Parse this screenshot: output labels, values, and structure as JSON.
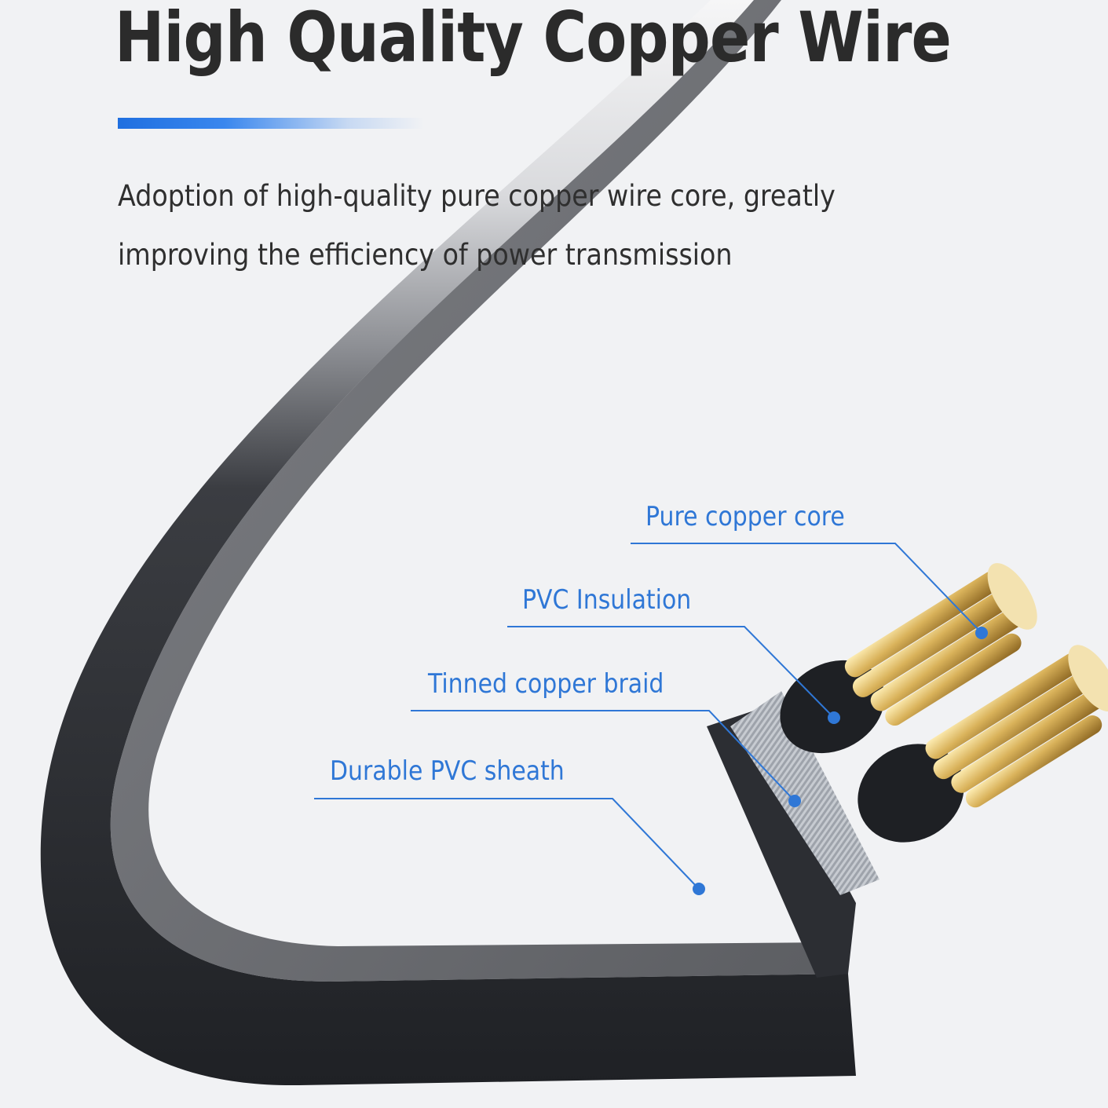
{
  "title": "High Quality Copper Wire",
  "description": "Adoption of high-quality pure copper wire core, greatly improving the efficiency of power transmission",
  "callouts": [
    {
      "label": "Pure copper core"
    },
    {
      "label": "PVC Insulation"
    },
    {
      "label": "Tinned copper braid"
    },
    {
      "label": "Durable PVC sheath"
    }
  ],
  "colors": {
    "accent": "#2f77d6",
    "title_text": "#2b2b2b",
    "cable_sheath": "#26282d",
    "copper": "#d9b25a",
    "braid": "#c9cdd3",
    "background": "#f1f2f4"
  }
}
